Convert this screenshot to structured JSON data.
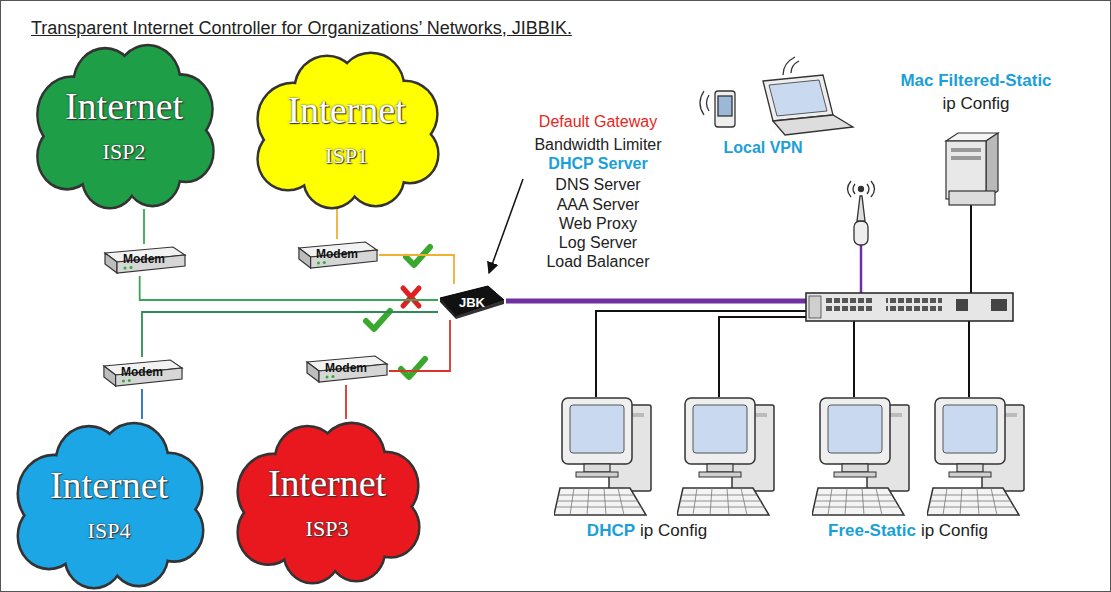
{
  "diagram": {
    "title": "Transparent Internet Controller for Organizations’ Networks, JIBBIK.",
    "nodes": [
      {
        "text": [
          "Internet",
          "ISP2"
        ]
      },
      {
        "text": [
          "Internet",
          "ISP1"
        ]
      },
      {
        "text": [
          "Modem"
        ]
      },
      {
        "text": [
          "Modem"
        ]
      },
      {
        "text": [
          "JBK"
        ]
      },
      {
        "text": [
          "Modem"
        ]
      },
      {
        "text": [
          "Modem"
        ]
      },
      {
        "text": [
          "Internet",
          "ISP4"
        ]
      },
      {
        "text": [
          "Internet",
          "ISP3"
        ]
      }
    ],
    "edges": [
      {
        "from": 0,
        "to": 2,
        "arrow": "none"
      },
      {
        "from": 1,
        "to": 3,
        "arrow": "none"
      },
      {
        "from": 2,
        "to": 4,
        "arrow": "none"
      },
      {
        "from": 3,
        "to": 4,
        "arrow": "none"
      },
      {
        "from": 5,
        "to": 4,
        "arrow": "none"
      },
      {
        "from": 6,
        "to": 4,
        "arrow": "none"
      },
      {
        "from": 7,
        "to": 5,
        "arrow": "none"
      },
      {
        "from": 8,
        "to": 6,
        "arrow": "none"
      }
    ],
    "labels": [
      "Default Gateway",
      "Bandwidth Limiter",
      "DHCP Server",
      "DNS Server",
      "AAA Server",
      "Web Proxy",
      "Log Server",
      "Load Balancer",
      "Local VPN",
      "Mac Filtered-Static",
      "ip Config",
      "DHCP",
      "ip Config",
      "Free-Static",
      "ip Config"
    ]
  }
}
